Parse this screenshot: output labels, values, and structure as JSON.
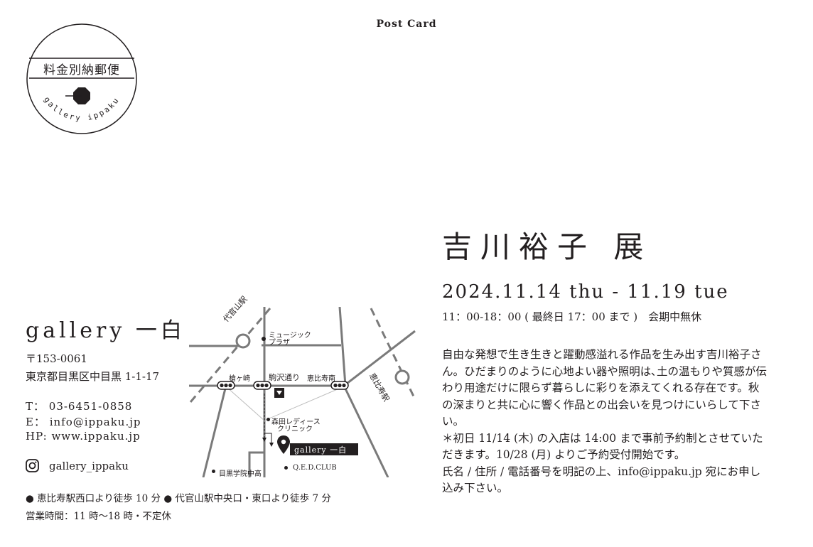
{
  "header": {
    "postcard_label": "Post Card"
  },
  "stamp": {
    "top_text": "料金別納郵便",
    "bottom_text": "gallery ippaku"
  },
  "exhibition": {
    "title": "吉川裕子 展",
    "dates": "2024.11.14 thu - 11.19 tue",
    "hours": "11：00-18：00 ( 最終日 17：00 まで )　会期中無休",
    "description": [
      "自由な発想で生き生きと躍動感溢れる作品を生み出す吉川裕子さん。ひだまりのように心地よい器や照明は､土の温もりや質感が伝わり用途だけに限らず暮らしに彩りを添えてくれる存在です。秋の深まりと共に心に響く作品との出会いを見つけにいらして下さい。",
      "＊初日 11/14 (木) の入店は 14:00 まで事前予約制とさせていただきます。10/28 (月) よりご予約受付開始です。",
      "氏名 / 住所 / 電話番号を明記の上、info@ippaku.jp 宛にお申し込み下さい。"
    ]
  },
  "gallery": {
    "name": "gallery 一白",
    "postal": "〒153-0061",
    "address": "東京都目黒区中目黒 1-1-17",
    "tel": "T：  03-6451-0858",
    "email": "E：  info@ippaku.jp",
    "hp": "HP:  www.ippaku.jp",
    "instagram": "gallery_ippaku",
    "access": "●  恵比寿駅西口より徒歩 10 分   ●  代官山駅中央口・東口より徒歩 7 分",
    "business_hours": "営業時間：11 時〜18 時・不定休"
  },
  "map": {
    "labels": {
      "daikanyama_station": "代官山駅",
      "music_plaza_1": "ミュージック",
      "music_plaza_2": "プラザ",
      "higasaki": "槍ヶ崎",
      "komazawa_dori": "駒沢通り",
      "ebisu_minami": "恵比寿南",
      "ebisu_station": "恵比寿駅",
      "morita_clinic_1": "森田レディース",
      "morita_clinic_2": "クリニック",
      "gallery_pin": "gallery 一白",
      "meguro_gakuin": "目黒学院中高",
      "qed_club": "Q.E.D.CLUB"
    }
  }
}
